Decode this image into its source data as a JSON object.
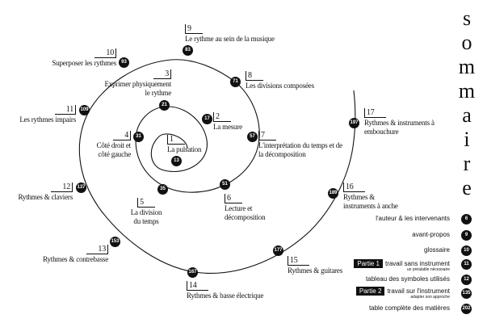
{
  "title_vertical": [
    "s",
    "o",
    "m",
    "m",
    "a",
    "i",
    "r",
    "e"
  ],
  "chapters": [
    {
      "num": "1",
      "title": "La pulsation",
      "page": "13"
    },
    {
      "num": "2",
      "title": "La mesure",
      "page": "17"
    },
    {
      "num": "3",
      "title": "Exprimer physiquement le rythme",
      "page": "21"
    },
    {
      "num": "4",
      "title": "Côté droit et côté gauche",
      "page": "31"
    },
    {
      "num": "5",
      "title": "La division du temps",
      "page": "35"
    },
    {
      "num": "6",
      "title": "Lecture et décomposition",
      "page": "51"
    },
    {
      "num": "7",
      "title": "L'interprétation du temps et de la décomposition",
      "page": "57"
    },
    {
      "num": "8",
      "title": "Les divisions composées",
      "page": "71"
    },
    {
      "num": "9",
      "title": "Le rythme au sein de la musique",
      "page": "83"
    },
    {
      "num": "10",
      "title": "Superposer les rythmes",
      "page": "93"
    },
    {
      "num": "11",
      "title": "Les rythmes impairs",
      "page": "109"
    },
    {
      "num": "12",
      "title": "Rythmes & claviers",
      "page": "137"
    },
    {
      "num": "13",
      "title": "Rythmes & contrebasse",
      "page": "153"
    },
    {
      "num": "14",
      "title": "Rythmes & basse électrique",
      "page": "167"
    },
    {
      "num": "15",
      "title": "Rythmes & guitares",
      "page": "177"
    },
    {
      "num": "16",
      "title": "Rythmes & instruments à anche",
      "page": "189"
    },
    {
      "num": "17",
      "title": "Rythmes & instruments à embouchure",
      "page": "197"
    }
  ],
  "menu": [
    {
      "label": "l'auteur & les intervenants",
      "page": "6"
    },
    {
      "label": "avant-propos",
      "page": "9"
    },
    {
      "label": "glossaire",
      "page": "10"
    },
    {
      "badge": "Partie 1",
      "label": "travail sans instrument",
      "sub": "un préalable nécessaire",
      "page": "11"
    },
    {
      "label": "tableau des symboles utilisés",
      "page": "12"
    },
    {
      "badge": "Partie 2",
      "label": "travail sur l'instrument",
      "sub": "adapter son approche",
      "page": "135"
    },
    {
      "label": "table complète des matières",
      "page": "202"
    }
  ]
}
